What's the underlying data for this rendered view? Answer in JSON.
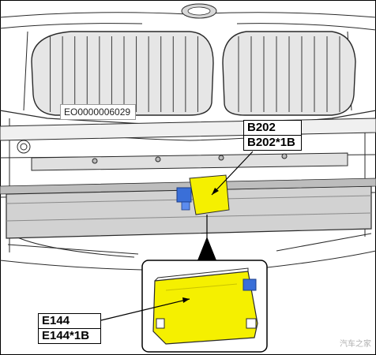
{
  "diagram": {
    "document_id": "EO0000006029",
    "component_1": {
      "line1": "B202",
      "line2": "B202*1B"
    },
    "component_2": {
      "line1": "E144",
      "line2": "E144*1B"
    },
    "watermark": "汽车之家"
  },
  "colors": {
    "highlight": "#f5f000",
    "connector": "#3a6fd8",
    "line_art": "#2a2a2a",
    "frame": "#000000"
  },
  "icons": [
    "arrow-pointer-icon",
    "detail-pointer-triangle-icon",
    "brand-logo-icon"
  ]
}
